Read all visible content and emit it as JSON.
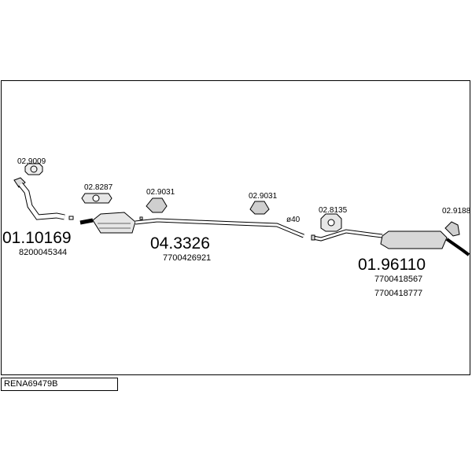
{
  "diagram_code": "RENA69479B",
  "parts": {
    "front_pipe": {
      "number": "01.10169",
      "oem": "8200045344"
    },
    "catalyst": {
      "number": "04.3326",
      "oem": "7700426921"
    },
    "rear_box": {
      "number": "01.96110",
      "oem": [
        "7700418567",
        "7700418777"
      ]
    }
  },
  "accessories": {
    "gasket_front": "02.9009",
    "clamp_cat": "02.8287",
    "hanger_1": "02.9031",
    "hanger_2": "02.9031",
    "clamp_rear": "02.8135",
    "hanger_rear": "02.9188"
  },
  "pipe_diameter": "ø40"
}
